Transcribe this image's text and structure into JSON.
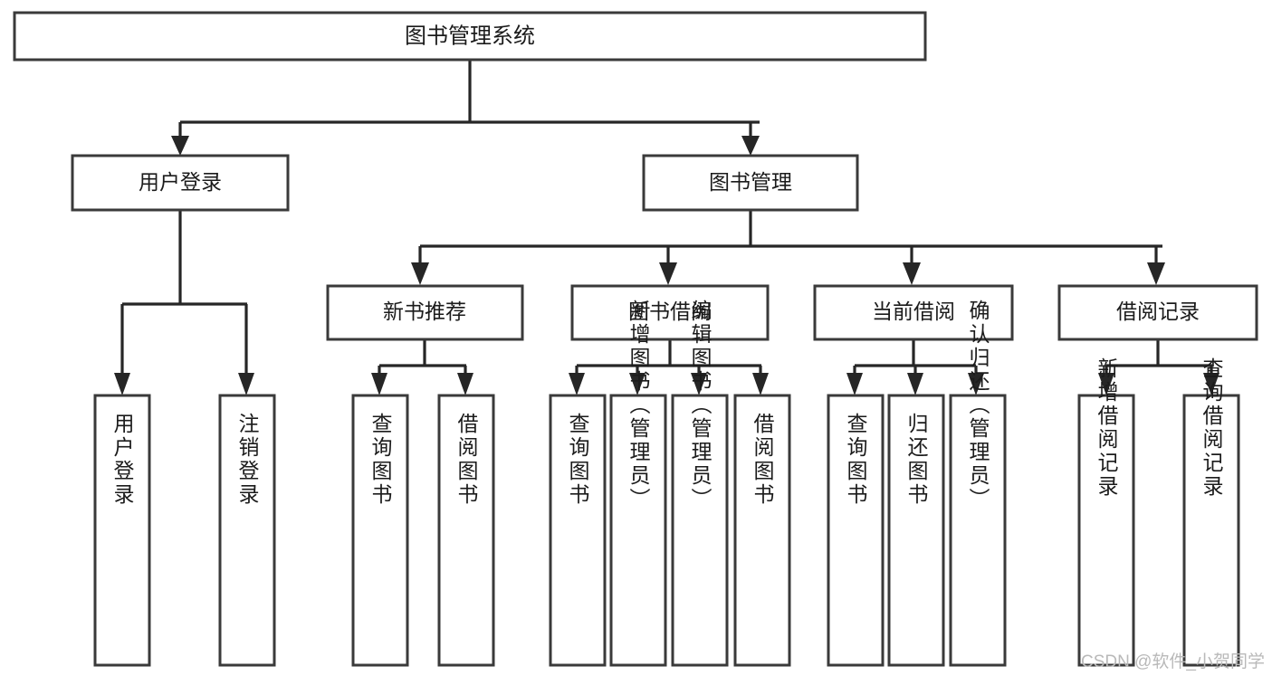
{
  "diagram": {
    "type": "tree-hierarchy-chart",
    "title": "图书管理系统",
    "watermark": "CSDN @软件_小贺同学",
    "colors": {
      "box_fill": "#ffffff",
      "box_stroke": "#3a3a3a",
      "edge": "#262626",
      "text": "#1b1b1b",
      "watermark": "#b9b9b9",
      "background": "#ffffff"
    },
    "root": {
      "label": "图书管理系统"
    },
    "level1": [
      {
        "label": "用户登录"
      },
      {
        "label": "图书管理"
      }
    ],
    "level2": [
      {
        "label": "新书推荐",
        "parent": "图书管理"
      },
      {
        "label": "图书借阅",
        "parent": "图书管理"
      },
      {
        "label": "当前借阅",
        "parent": "图书管理"
      },
      {
        "label": "借阅记录",
        "parent": "图书管理"
      }
    ],
    "leaves_user_login": [
      {
        "label": "用户登录"
      },
      {
        "label": "注销登录"
      }
    ],
    "leaves_new_book": [
      {
        "label": "查询图书"
      },
      {
        "label": "借阅图书"
      }
    ],
    "leaves_borrow": [
      {
        "label": "查询图书"
      },
      {
        "label": "新增图书（管理员）"
      },
      {
        "label": "编辑图书（管理员）"
      },
      {
        "label": "借阅图书"
      }
    ],
    "leaves_current": [
      {
        "label": "查询图书"
      },
      {
        "label": "归还图书"
      },
      {
        "label": "确认归还（管理员）"
      }
    ],
    "leaves_records": [
      {
        "label": "新增借阅记录"
      },
      {
        "label": "查询借阅记录"
      }
    ]
  }
}
